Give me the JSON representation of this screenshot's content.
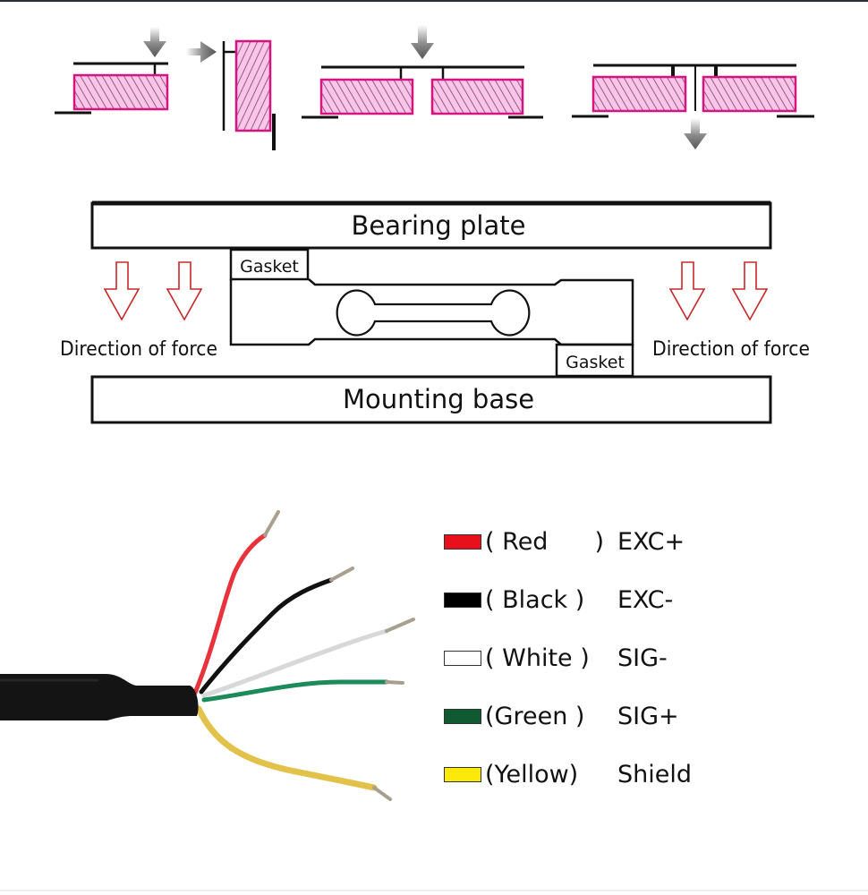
{
  "diagram": {
    "mounting_modes": [
      {
        "id": "single-cantilever",
        "force_arrow": "down"
      },
      {
        "id": "side-mount",
        "force_arrow": "right"
      },
      {
        "id": "dual-push",
        "force_arrow": "down"
      },
      {
        "id": "dual-pull",
        "force_arrow": "down-below"
      }
    ],
    "installation": {
      "bearing_plate_label": "Bearing plate",
      "mounting_base_label": "Mounting base",
      "gasket_top_label": "Gasket",
      "gasket_bottom_label": "Gasket",
      "force_left_label": "Direction of force",
      "force_right_label": "Direction of force"
    },
    "colors": {
      "load_cell_fill": "#f7b6e2",
      "load_cell_stroke": "#d6147f",
      "force_arrow": "#c62828",
      "arrow_gray": "#6a6a6a"
    }
  },
  "wiring": {
    "legend": [
      {
        "color_name": "Red",
        "open": "(",
        "close": ")",
        "function": "EXC+",
        "swatch": "#e8101a"
      },
      {
        "color_name": "Black",
        "open": "(",
        "close": ")",
        "function": "EXC-",
        "swatch": "#000000"
      },
      {
        "color_name": "White",
        "open": "(",
        "close": ")",
        "function": "SIG-",
        "swatch": "#ffffff"
      },
      {
        "color_name": "Green",
        "open": "(",
        "close": ")",
        "function": "SIG+",
        "swatch": "#0f5a30"
      },
      {
        "color_name": "Yellow",
        "open": "(",
        "close": ")",
        "function": "Shield",
        "swatch": "#fbe90a"
      }
    ],
    "wire_colors": {
      "red": "#e8323c",
      "black": "#111111",
      "white": "#d8d8d8",
      "green": "#1d8a5a",
      "yellow": "#e2c24a",
      "cable": "#141414",
      "tip": "#a89f8e"
    }
  }
}
